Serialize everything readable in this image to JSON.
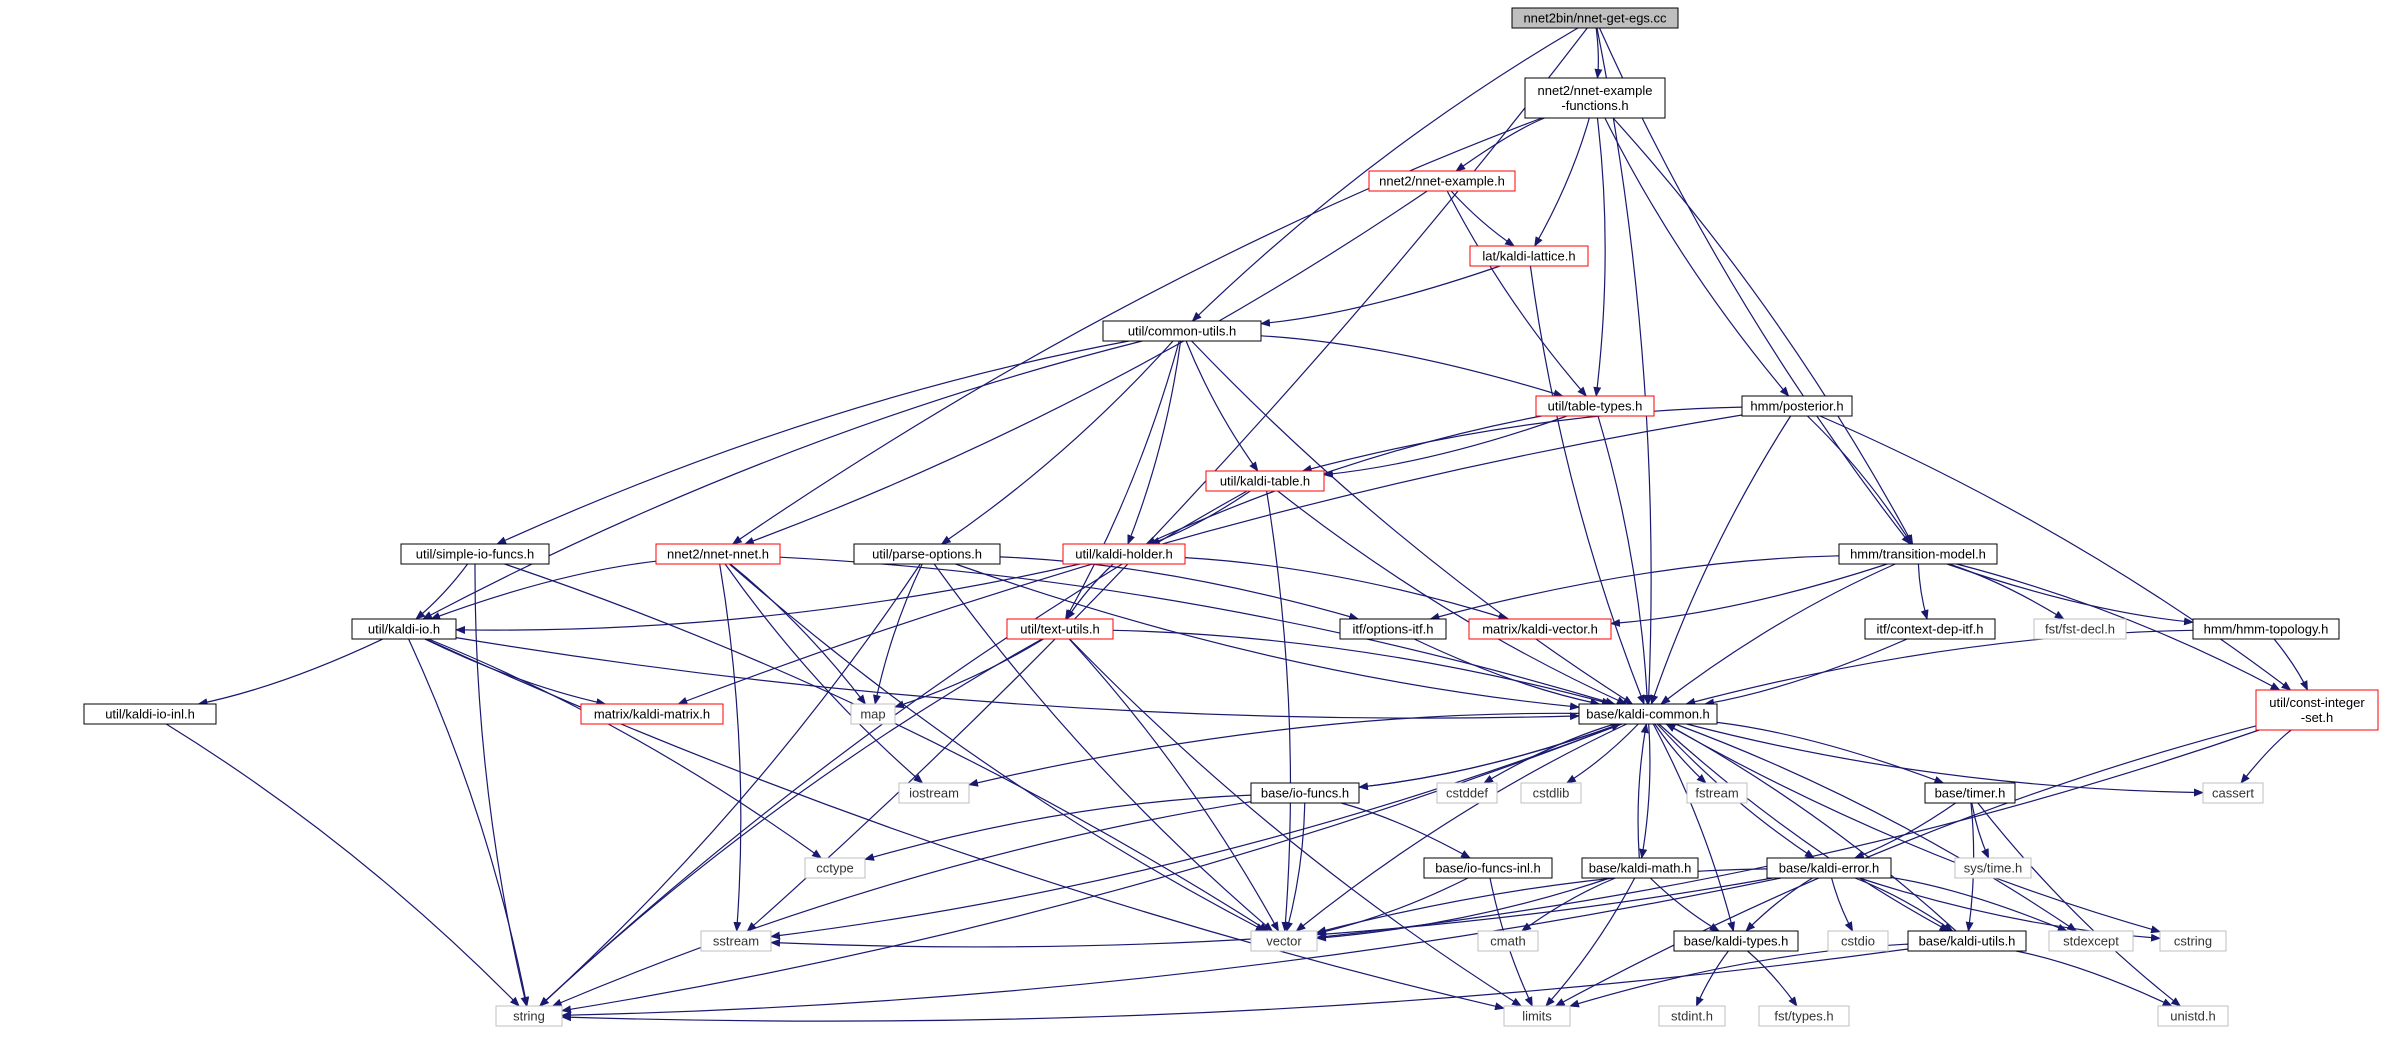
{
  "colors": {
    "edge": "#191970",
    "border_default": "#000000",
    "border_red": "#ff0000",
    "border_gray": "#bfbfbf",
    "fill_root": "#bfbfbf",
    "fill_default": "#ffffff",
    "text_default": "#000000",
    "text_gray": "#333333"
  },
  "nodes": [
    {
      "id": "root",
      "lines": [
        "nnet2bin/nnet-get-egs.cc"
      ],
      "style": "root"
    },
    {
      "id": "nnet_example_functions",
      "lines": [
        "nnet2/nnet-example",
        "-functions.h"
      ],
      "style": "default"
    },
    {
      "id": "nnet_example",
      "lines": [
        "nnet2/nnet-example.h"
      ],
      "style": "red"
    },
    {
      "id": "kaldi_lattice",
      "lines": [
        "lat/kaldi-lattice.h"
      ],
      "style": "red"
    },
    {
      "id": "common_utils",
      "lines": [
        "util/common-utils.h"
      ],
      "style": "default"
    },
    {
      "id": "table_types",
      "lines": [
        "util/table-types.h"
      ],
      "style": "red"
    },
    {
      "id": "posterior",
      "lines": [
        "hmm/posterior.h"
      ],
      "style": "default"
    },
    {
      "id": "kaldi_table",
      "lines": [
        "util/kaldi-table.h"
      ],
      "style": "red"
    },
    {
      "id": "simple_io_funcs",
      "lines": [
        "util/simple-io-funcs.h"
      ],
      "style": "default"
    },
    {
      "id": "nnet_nnet",
      "lines": [
        "nnet2/nnet-nnet.h"
      ],
      "style": "red"
    },
    {
      "id": "parse_options",
      "lines": [
        "util/parse-options.h"
      ],
      "style": "default"
    },
    {
      "id": "kaldi_holder",
      "lines": [
        "util/kaldi-holder.h"
      ],
      "style": "red"
    },
    {
      "id": "transition_model",
      "lines": [
        "hmm/transition-model.h"
      ],
      "style": "default"
    },
    {
      "id": "kaldi_io",
      "lines": [
        "util/kaldi-io.h"
      ],
      "style": "default"
    },
    {
      "id": "text_utils",
      "lines": [
        "util/text-utils.h"
      ],
      "style": "red"
    },
    {
      "id": "options_itf",
      "lines": [
        "itf/options-itf.h"
      ],
      "style": "default"
    },
    {
      "id": "kaldi_vector",
      "lines": [
        "matrix/kaldi-vector.h"
      ],
      "style": "red"
    },
    {
      "id": "context_dep_itf",
      "lines": [
        "itf/context-dep-itf.h"
      ],
      "style": "default"
    },
    {
      "id": "fst_decl",
      "lines": [
        "fst/fst-decl.h"
      ],
      "style": "gray"
    },
    {
      "id": "hmm_topology",
      "lines": [
        "hmm/hmm-topology.h"
      ],
      "style": "default"
    },
    {
      "id": "const_integer_set",
      "lines": [
        "util/const-integer",
        "-set.h"
      ],
      "style": "red"
    },
    {
      "id": "kaldi_io_inl",
      "lines": [
        "util/kaldi-io-inl.h"
      ],
      "style": "default"
    },
    {
      "id": "kaldi_matrix",
      "lines": [
        "matrix/kaldi-matrix.h"
      ],
      "style": "red"
    },
    {
      "id": "map",
      "lines": [
        "map"
      ],
      "style": "gray"
    },
    {
      "id": "kaldi_common",
      "lines": [
        "base/kaldi-common.h"
      ],
      "style": "default"
    },
    {
      "id": "iostream",
      "lines": [
        "iostream"
      ],
      "style": "gray"
    },
    {
      "id": "io_funcs",
      "lines": [
        "base/io-funcs.h"
      ],
      "style": "default"
    },
    {
      "id": "cstddef",
      "lines": [
        "cstddef"
      ],
      "style": "gray"
    },
    {
      "id": "cstdlib",
      "lines": [
        "cstdlib"
      ],
      "style": "gray"
    },
    {
      "id": "fstream",
      "lines": [
        "fstream"
      ],
      "style": "gray"
    },
    {
      "id": "timer",
      "lines": [
        "base/timer.h"
      ],
      "style": "default"
    },
    {
      "id": "cassert",
      "lines": [
        "cassert"
      ],
      "style": "gray"
    },
    {
      "id": "cctype",
      "lines": [
        "cctype"
      ],
      "style": "gray"
    },
    {
      "id": "io_funcs_inl",
      "lines": [
        "base/io-funcs-inl.h"
      ],
      "style": "default"
    },
    {
      "id": "kaldi_math",
      "lines": [
        "base/kaldi-math.h"
      ],
      "style": "default"
    },
    {
      "id": "kaldi_error",
      "lines": [
        "base/kaldi-error.h"
      ],
      "style": "default"
    },
    {
      "id": "sys_time",
      "lines": [
        "sys/time.h"
      ],
      "style": "gray"
    },
    {
      "id": "sstream",
      "lines": [
        "sstream"
      ],
      "style": "gray"
    },
    {
      "id": "vector",
      "lines": [
        "vector"
      ],
      "style": "gray"
    },
    {
      "id": "cmath",
      "lines": [
        "cmath"
      ],
      "style": "gray"
    },
    {
      "id": "kaldi_types",
      "lines": [
        "base/kaldi-types.h"
      ],
      "style": "default"
    },
    {
      "id": "cstdio",
      "lines": [
        "cstdio"
      ],
      "style": "gray"
    },
    {
      "id": "kaldi_utils",
      "lines": [
        "base/kaldi-utils.h"
      ],
      "style": "default"
    },
    {
      "id": "stdexcept",
      "lines": [
        "stdexcept"
      ],
      "style": "gray"
    },
    {
      "id": "cstring",
      "lines": [
        "cstring"
      ],
      "style": "gray"
    },
    {
      "id": "string",
      "lines": [
        "string"
      ],
      "style": "gray"
    },
    {
      "id": "limits",
      "lines": [
        "limits"
      ],
      "style": "gray"
    },
    {
      "id": "stdint",
      "lines": [
        "stdint.h"
      ],
      "style": "gray"
    },
    {
      "id": "fst_types",
      "lines": [
        "fst/types.h"
      ],
      "style": "gray"
    },
    {
      "id": "unistd",
      "lines": [
        "unistd.h"
      ],
      "style": "gray"
    }
  ],
  "edges": [
    [
      "root",
      "nnet_example_functions"
    ],
    [
      "root",
      "common_utils"
    ],
    [
      "root",
      "sstream"
    ],
    [
      "root",
      "transition_model"
    ],
    [
      "root",
      "kaldi_common"
    ],
    [
      "nnet_example_functions",
      "nnet_example"
    ],
    [
      "nnet_example_functions",
      "kaldi_lattice"
    ],
    [
      "nnet_example_functions",
      "nnet_nnet"
    ],
    [
      "nnet_example_functions",
      "table_types"
    ],
    [
      "nnet_example_functions",
      "posterior"
    ],
    [
      "nnet_example_functions",
      "transition_model"
    ],
    [
      "nnet_example",
      "kaldi_lattice"
    ],
    [
      "nnet_example",
      "nnet_nnet"
    ],
    [
      "nnet_example",
      "table_types"
    ],
    [
      "kaldi_lattice",
      "common_utils"
    ],
    [
      "kaldi_lattice",
      "kaldi_common"
    ],
    [
      "common_utils",
      "table_types"
    ],
    [
      "common_utils",
      "kaldi_table"
    ],
    [
      "common_utils",
      "kaldi_holder"
    ],
    [
      "common_utils",
      "simple_io_funcs"
    ],
    [
      "common_utils",
      "parse_options"
    ],
    [
      "common_utils",
      "kaldi_io"
    ],
    [
      "common_utils",
      "text_utils"
    ],
    [
      "common_utils",
      "kaldi_common"
    ],
    [
      "table_types",
      "kaldi_table"
    ],
    [
      "table_types",
      "kaldi_holder"
    ],
    [
      "table_types",
      "kaldi_common"
    ],
    [
      "posterior",
      "kaldi_table"
    ],
    [
      "posterior",
      "transition_model"
    ],
    [
      "posterior",
      "kaldi_matrix"
    ],
    [
      "posterior",
      "const_integer_set"
    ],
    [
      "posterior",
      "kaldi_common"
    ],
    [
      "kaldi_table",
      "kaldi_holder"
    ],
    [
      "kaldi_table",
      "string"
    ],
    [
      "kaldi_table",
      "vector"
    ],
    [
      "kaldi_table",
      "kaldi_common"
    ],
    [
      "simple_io_funcs",
      "kaldi_io"
    ],
    [
      "simple_io_funcs",
      "string"
    ],
    [
      "simple_io_funcs",
      "vector"
    ],
    [
      "nnet_nnet",
      "kaldi_io"
    ],
    [
      "nnet_nnet",
      "map"
    ],
    [
      "nnet_nnet",
      "iostream"
    ],
    [
      "nnet_nnet",
      "sstream"
    ],
    [
      "nnet_nnet",
      "vector"
    ],
    [
      "nnet_nnet",
      "kaldi_common"
    ],
    [
      "parse_options",
      "map"
    ],
    [
      "parse_options",
      "string"
    ],
    [
      "parse_options",
      "vector"
    ],
    [
      "parse_options",
      "options_itf"
    ],
    [
      "parse_options",
      "kaldi_common"
    ],
    [
      "kaldi_holder",
      "kaldi_io"
    ],
    [
      "kaldi_holder",
      "text_utils"
    ],
    [
      "kaldi_holder",
      "kaldi_vector"
    ],
    [
      "transition_model",
      "options_itf"
    ],
    [
      "transition_model",
      "kaldi_vector"
    ],
    [
      "transition_model",
      "context_dep_itf"
    ],
    [
      "transition_model",
      "fst_decl"
    ],
    [
      "transition_model",
      "hmm_topology"
    ],
    [
      "transition_model",
      "const_integer_set"
    ],
    [
      "transition_model",
      "kaldi_common"
    ],
    [
      "kaldi_io",
      "kaldi_io_inl"
    ],
    [
      "kaldi_io",
      "kaldi_matrix"
    ],
    [
      "kaldi_io",
      "string"
    ],
    [
      "kaldi_io",
      "limits"
    ],
    [
      "kaldi_io",
      "cctype"
    ],
    [
      "kaldi_io",
      "kaldi_common"
    ],
    [
      "text_utils",
      "map"
    ],
    [
      "text_utils",
      "string"
    ],
    [
      "text_utils",
      "vector"
    ],
    [
      "text_utils",
      "limits"
    ],
    [
      "text_utils",
      "kaldi_common"
    ],
    [
      "options_itf",
      "kaldi_common"
    ],
    [
      "context_dep_itf",
      "kaldi_common"
    ],
    [
      "hmm_topology",
      "kaldi_common"
    ],
    [
      "hmm_topology",
      "const_integer_set"
    ],
    [
      "const_integer_set",
      "cassert"
    ],
    [
      "const_integer_set",
      "vector"
    ],
    [
      "const_integer_set",
      "limits"
    ],
    [
      "kaldi_io_inl",
      "string"
    ],
    [
      "kaldi_common",
      "iostream"
    ],
    [
      "kaldi_common",
      "io_funcs"
    ],
    [
      "kaldi_common",
      "cstddef"
    ],
    [
      "kaldi_common",
      "cstdlib"
    ],
    [
      "kaldi_common",
      "fstream"
    ],
    [
      "kaldi_common",
      "timer"
    ],
    [
      "kaldi_common",
      "cassert"
    ],
    [
      "kaldi_common",
      "kaldi_math"
    ],
    [
      "kaldi_common",
      "kaldi_error"
    ],
    [
      "kaldi_common",
      "kaldi_types"
    ],
    [
      "kaldi_common",
      "kaldi_utils"
    ],
    [
      "kaldi_common",
      "stdexcept"
    ],
    [
      "kaldi_common",
      "cstring"
    ],
    [
      "kaldi_common",
      "sstream"
    ],
    [
      "kaldi_common",
      "vector"
    ],
    [
      "kaldi_common",
      "string"
    ],
    [
      "io_funcs",
      "kaldi_common"
    ],
    [
      "io_funcs",
      "io_funcs_inl"
    ],
    [
      "io_funcs",
      "cctype"
    ],
    [
      "io_funcs",
      "vector"
    ],
    [
      "io_funcs",
      "string"
    ],
    [
      "timer",
      "kaldi_error"
    ],
    [
      "timer",
      "sys_time"
    ],
    [
      "timer",
      "kaldi_utils"
    ],
    [
      "timer",
      "unistd"
    ],
    [
      "io_funcs_inl",
      "vector"
    ],
    [
      "io_funcs_inl",
      "limits"
    ],
    [
      "kaldi_math",
      "kaldi_common"
    ],
    [
      "kaldi_math",
      "cmath"
    ],
    [
      "kaldi_math",
      "limits"
    ],
    [
      "kaldi_math",
      "kaldi_types"
    ],
    [
      "kaldi_math",
      "vector"
    ],
    [
      "kaldi_error",
      "kaldi_types"
    ],
    [
      "kaldi_error",
      "kaldi_utils"
    ],
    [
      "kaldi_error",
      "cstdio"
    ],
    [
      "kaldi_error",
      "stdexcept"
    ],
    [
      "kaldi_error",
      "cstring"
    ],
    [
      "kaldi_error",
      "sstream"
    ],
    [
      "kaldi_error",
      "vector"
    ],
    [
      "kaldi_error",
      "string"
    ],
    [
      "kaldi_types",
      "stdint"
    ],
    [
      "kaldi_types",
      "fst_types"
    ],
    [
      "kaldi_utils",
      "kaldi_common"
    ],
    [
      "kaldi_utils",
      "string"
    ],
    [
      "kaldi_utils",
      "limits"
    ],
    [
      "kaldi_utils",
      "unistd"
    ]
  ]
}
